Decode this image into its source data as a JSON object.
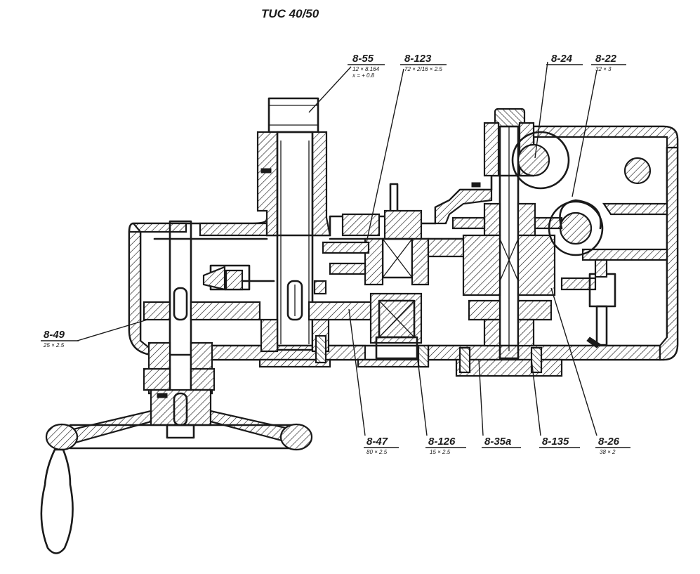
{
  "title": "TUC 40/50",
  "colors": {
    "ink": "#1a1a1a",
    "paper": "#ffffff"
  },
  "labels": [
    {
      "id": "l855",
      "code": "8-55",
      "sub1": "12 × 8.164",
      "sub2": "x = + 0.8"
    },
    {
      "id": "l8123",
      "code": "8-123",
      "sub1": "72 × 2/16 × 2.5",
      "sub2": ""
    },
    {
      "id": "l824",
      "code": "8-24",
      "sub1": "",
      "sub2": ""
    },
    {
      "id": "l822",
      "code": "8-22",
      "sub1": "32 × 3",
      "sub2": ""
    },
    {
      "id": "l849",
      "code": "8-49",
      "sub1": "25 × 2.5",
      "sub2": ""
    },
    {
      "id": "l847",
      "code": "8-47",
      "sub1": "80 × 2.5",
      "sub2": ""
    },
    {
      "id": "l8126",
      "code": "8-126",
      "sub1": "15 × 2.5",
      "sub2": ""
    },
    {
      "id": "l835a",
      "code": "8-35a",
      "sub1": "",
      "sub2": ""
    },
    {
      "id": "l8135",
      "code": "8-135",
      "sub1": "",
      "sub2": ""
    },
    {
      "id": "l826",
      "code": "8-26",
      "sub1": "38 × 2",
      "sub2": ""
    }
  ]
}
